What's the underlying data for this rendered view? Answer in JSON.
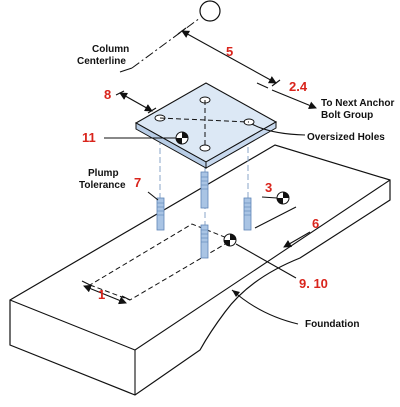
{
  "colors": {
    "number": "#d9241c",
    "bolt": "#a9c4e4",
    "bolt_dark": "#5f86b8",
    "plate": "#dce8f5",
    "projection": "#8aa6c8"
  },
  "labels": {
    "column_centerline": [
      "Column",
      "Centerline"
    ],
    "next_anchor": [
      "To Next Anchor",
      "Bolt Group"
    ],
    "oversized_holes": "Oversized Holes",
    "plumb_tolerance": [
      "Plump",
      "Tolerance"
    ],
    "foundation": "Foundation"
  },
  "numbers": {
    "n5": "5",
    "n2_4": "2.4",
    "n8": "8",
    "n11": "11",
    "n7": "7",
    "n3": "3",
    "n6": "6",
    "n1": "1",
    "n9_10": "9. 10"
  },
  "icons": [
    "centerline-target-icon",
    "leader-arrow-icon"
  ]
}
